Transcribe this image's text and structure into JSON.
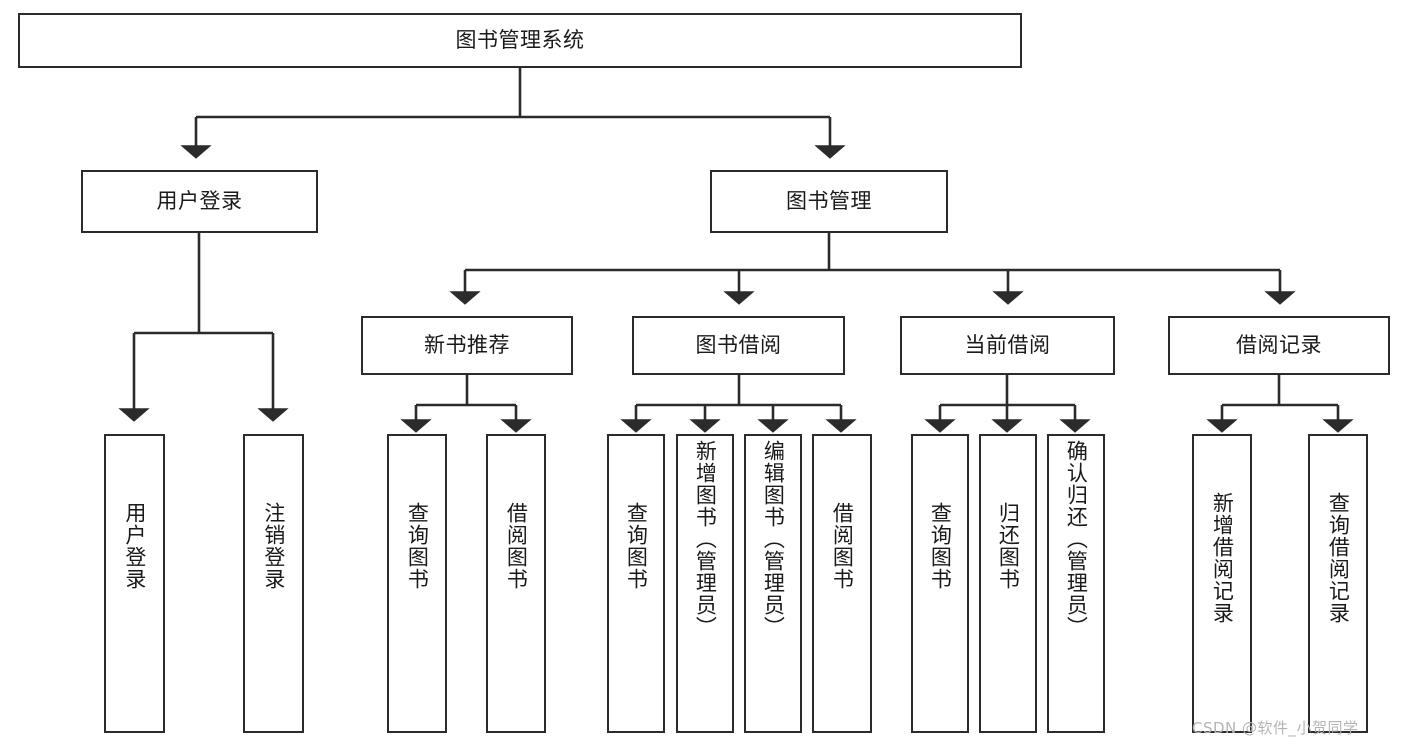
{
  "diagram": {
    "type": "tree-hierarchy-chart",
    "title": "图书管理系统",
    "background_color": "#ffffff",
    "line_color": "#2b2b2b",
    "text_color": "#1a1a1a",
    "levels": 4,
    "nodes": {
      "root": {
        "label": "图书管理系统",
        "orientation": "horizontal"
      },
      "level2": [
        {
          "label": "用户登录",
          "orientation": "horizontal"
        },
        {
          "label": "图书管理",
          "orientation": "horizontal"
        }
      ],
      "level3": [
        {
          "label": "新书推荐",
          "orientation": "horizontal"
        },
        {
          "label": "图书借阅",
          "orientation": "horizontal"
        },
        {
          "label": "当前借阅",
          "orientation": "horizontal"
        },
        {
          "label": "借阅记录",
          "orientation": "horizontal"
        }
      ],
      "leaves_user_login": [
        {
          "label": "用户登录",
          "orientation": "vertical"
        },
        {
          "label": "注销登录",
          "orientation": "vertical"
        }
      ],
      "leaves_new_book": [
        {
          "label": "查询图书",
          "orientation": "vertical"
        },
        {
          "label": "借阅图书",
          "orientation": "vertical"
        }
      ],
      "leaves_borrow": [
        {
          "label": "查询图书",
          "orientation": "vertical"
        },
        {
          "label": "新增图书（管理员）",
          "orientation": "vertical"
        },
        {
          "label": "编辑图书（管理员）",
          "orientation": "vertical"
        },
        {
          "label": "借阅图书",
          "orientation": "vertical"
        }
      ],
      "leaves_current": [
        {
          "label": "查询图书",
          "orientation": "vertical"
        },
        {
          "label": "归还图书",
          "orientation": "vertical"
        },
        {
          "label": "确认归还（管理员）",
          "orientation": "vertical"
        }
      ],
      "leaves_records": [
        {
          "label": "新增借阅记录",
          "orientation": "vertical"
        },
        {
          "label": "查询借阅记录",
          "orientation": "vertical"
        }
      ]
    }
  },
  "watermark": {
    "text": "CSDN @软件_小贺同学",
    "color": "#b4b4b4"
  }
}
